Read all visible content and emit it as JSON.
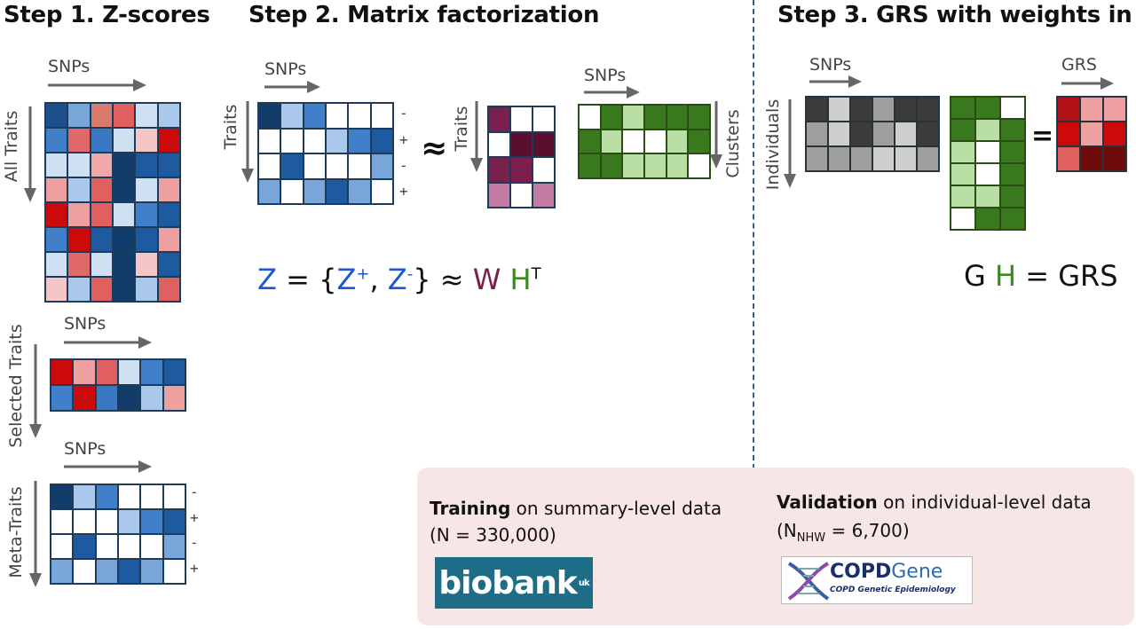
{
  "step1": {
    "title": "Step 1. Z-scores",
    "snps_label": "SNPs",
    "all_traits_label": "All Traits",
    "selected_traits_label": "Selected Traits",
    "meta_traits_label": "Meta-Traits",
    "all_traits_colors": [
      [
        "#1e4e8c",
        "#78a6d8",
        "#d97a6c",
        "#e06060",
        "#cfe0f2",
        "#a9c8ea"
      ],
      [
        "#3f80c8",
        "#e16868",
        "#3a78c2",
        "#cfe0f2",
        "#f4c6c6",
        "#cc0a0a"
      ],
      [
        "#cfe0f2",
        "#cfe0f2",
        "#f0a8a8",
        "#123c6a",
        "#1e5aa0",
        "#1e5aa0"
      ],
      [
        "#eea0a0",
        "#a9c8ea",
        "#e06060",
        "#123c6a",
        "#cfe0f2",
        "#eea0a0"
      ],
      [
        "#cc0a0a",
        "#eea0a0",
        "#e06060",
        "#cfe0f2",
        "#3f80c8",
        "#1e5aa0"
      ],
      [
        "#3f80c8",
        "#cc0a0a",
        "#1e5aa0",
        "#123c6a",
        "#1e5aa0",
        "#eea0a0"
      ],
      [
        "#cfe0f2",
        "#e16868",
        "#cfe0f2",
        "#123c6a",
        "#f4c6c6",
        "#1e5aa0"
      ],
      [
        "#f4c6c6",
        "#a9c8ea",
        "#e06060",
        "#123c6a",
        "#a9c8ea",
        "#e06060"
      ]
    ],
    "selected_colors": [
      [
        "#cc0a0a",
        "#eea0a0",
        "#e06060",
        "#cfe0f2",
        "#3f80c8",
        "#1e5aa0"
      ],
      [
        "#3f80c8",
        "#cc0a0a",
        "#3a78c2",
        "#123c6a",
        "#a9c8ea",
        "#eea0a0"
      ]
    ],
    "meta_colors": [
      [
        "#123c6a",
        "#a9c8ea",
        "#3f80c8",
        "#ffffff",
        "#ffffff",
        "#ffffff"
      ],
      [
        "#ffffff",
        "#ffffff",
        "#ffffff",
        "#a9c8ea",
        "#3f80c8",
        "#1e5aa0"
      ],
      [
        "#ffffff",
        "#1e5aa0",
        "#ffffff",
        "#ffffff",
        "#ffffff",
        "#78a6d8"
      ],
      [
        "#78a6d8",
        "#ffffff",
        "#78a6d8",
        "#1e5aa0",
        "#78a6d8",
        "#ffffff"
      ]
    ],
    "meta_signs": [
      "-",
      "+",
      "-",
      "+"
    ]
  },
  "step2": {
    "title": "Step 2. Matrix factorization",
    "snps_label": "SNPs",
    "traits_label": "Traits",
    "clusters_label": "Clusters",
    "approx_symbol": "≈",
    "z_colors": [
      [
        "#123c6a",
        "#a9c8ea",
        "#3f80c8",
        "#ffffff",
        "#ffffff",
        "#ffffff"
      ],
      [
        "#ffffff",
        "#ffffff",
        "#ffffff",
        "#a9c8ea",
        "#3f80c8",
        "#1e5aa0"
      ],
      [
        "#ffffff",
        "#1e5aa0",
        "#ffffff",
        "#ffffff",
        "#ffffff",
        "#78a6d8"
      ],
      [
        "#78a6d8",
        "#ffffff",
        "#78a6d8",
        "#1e5aa0",
        "#78a6d8",
        "#ffffff"
      ]
    ],
    "z_signs": [
      "-",
      "+",
      "-",
      "+"
    ],
    "w_colors": [
      [
        "#7a1f4e",
        "#ffffff",
        "#ffffff"
      ],
      [
        "#ffffff",
        "#5a0f2e",
        "#5a0f2e"
      ],
      [
        "#7a1f4e",
        "#7a1f4e",
        "#ffffff"
      ],
      [
        "#c37aa3",
        "#ffffff",
        "#c37aa3"
      ]
    ],
    "h_colors": [
      [
        "#ffffff",
        "#3a7a1e",
        "#b9dfa5",
        "#3a7a1e",
        "#3a7a1e",
        "#3a7a1e"
      ],
      [
        "#3a7a1e",
        "#b9dfa5",
        "#ffffff",
        "#ffffff",
        "#b9dfa5",
        "#3a7a1e"
      ],
      [
        "#3a7a1e",
        "#3a7a1e",
        "#b9dfa5",
        "#b9dfa5",
        "#b9dfa5",
        "#ffffff"
      ]
    ],
    "equation": {
      "z": "Z",
      "eq": " = {",
      "z_plus": "Z",
      "plus_sup": "+",
      "comma": ", ",
      "z_minus": "Z",
      "minus_sup": "-",
      "close": "} ≈ ",
      "w": "W",
      "space": " ",
      "h": "H",
      "t_sup": "T"
    }
  },
  "step3": {
    "title_prefix": "Step 3. GRS with weights in ",
    "title_h": "H",
    "snps_label": "SNPs",
    "grs_label": "GRS",
    "individuals_label": "Individuals",
    "equals_symbol": "=",
    "g_colors": [
      [
        "#3b3b3b",
        "#cfcfcf",
        "#3b3b3b",
        "#9e9e9e",
        "#3b3b3b",
        "#3b3b3b"
      ],
      [
        "#9e9e9e",
        "#cfcfcf",
        "#3b3b3b",
        "#9e9e9e",
        "#cfcfcf",
        "#3b3b3b"
      ],
      [
        "#9e9e9e",
        "#9e9e9e",
        "#9e9e9e",
        "#cfcfcf",
        "#cfcfcf",
        "#9e9e9e"
      ]
    ],
    "h_colors": [
      [
        "#3a7a1e",
        "#3a7a1e",
        "#ffffff"
      ],
      [
        "#3a7a1e",
        "#b9dfa5",
        "#3a7a1e"
      ],
      [
        "#b9dfa5",
        "#ffffff",
        "#3a7a1e"
      ],
      [
        "#b9dfa5",
        "#ffffff",
        "#3a7a1e"
      ],
      [
        "#b9dfa5",
        "#b9dfa5",
        "#3a7a1e"
      ],
      [
        "#ffffff",
        "#3a7a1e",
        "#3a7a1e"
      ]
    ],
    "grs_colors": [
      [
        "#b01218",
        "#eea0a0",
        "#eea0a0"
      ],
      [
        "#cc0a0a",
        "#eea0a0",
        "#cc0a0a"
      ],
      [
        "#e06060",
        "#6e0a0a",
        "#6e0a0a"
      ]
    ],
    "equation": {
      "g": "G",
      "space1": " ",
      "h": "H",
      "rest": " = GRS"
    }
  },
  "training": {
    "bold": "Training",
    "rest": " on summary-level data",
    "line2": "(N = 330,000)",
    "logo_text": "biobank",
    "logo_sup": "uk"
  },
  "validation": {
    "bold": "Validation",
    "rest": " on individual-level data",
    "line2_prefix": "(N",
    "line2_sub": "NHW",
    "line2_suffix": " = 6,700)",
    "logo_title_bold": "COPD",
    "logo_title_light": "Gene",
    "logo_subtitle": "COPD Genetic Epidemiology"
  },
  "colors": {
    "blue_text": "#1a56d6",
    "maroon_text": "#7a1f4e",
    "green_text": "#3a8a1e",
    "arrow_gray": "#666666",
    "pink_panel": "#f6e6e6",
    "divider": "#3c5a8a"
  }
}
